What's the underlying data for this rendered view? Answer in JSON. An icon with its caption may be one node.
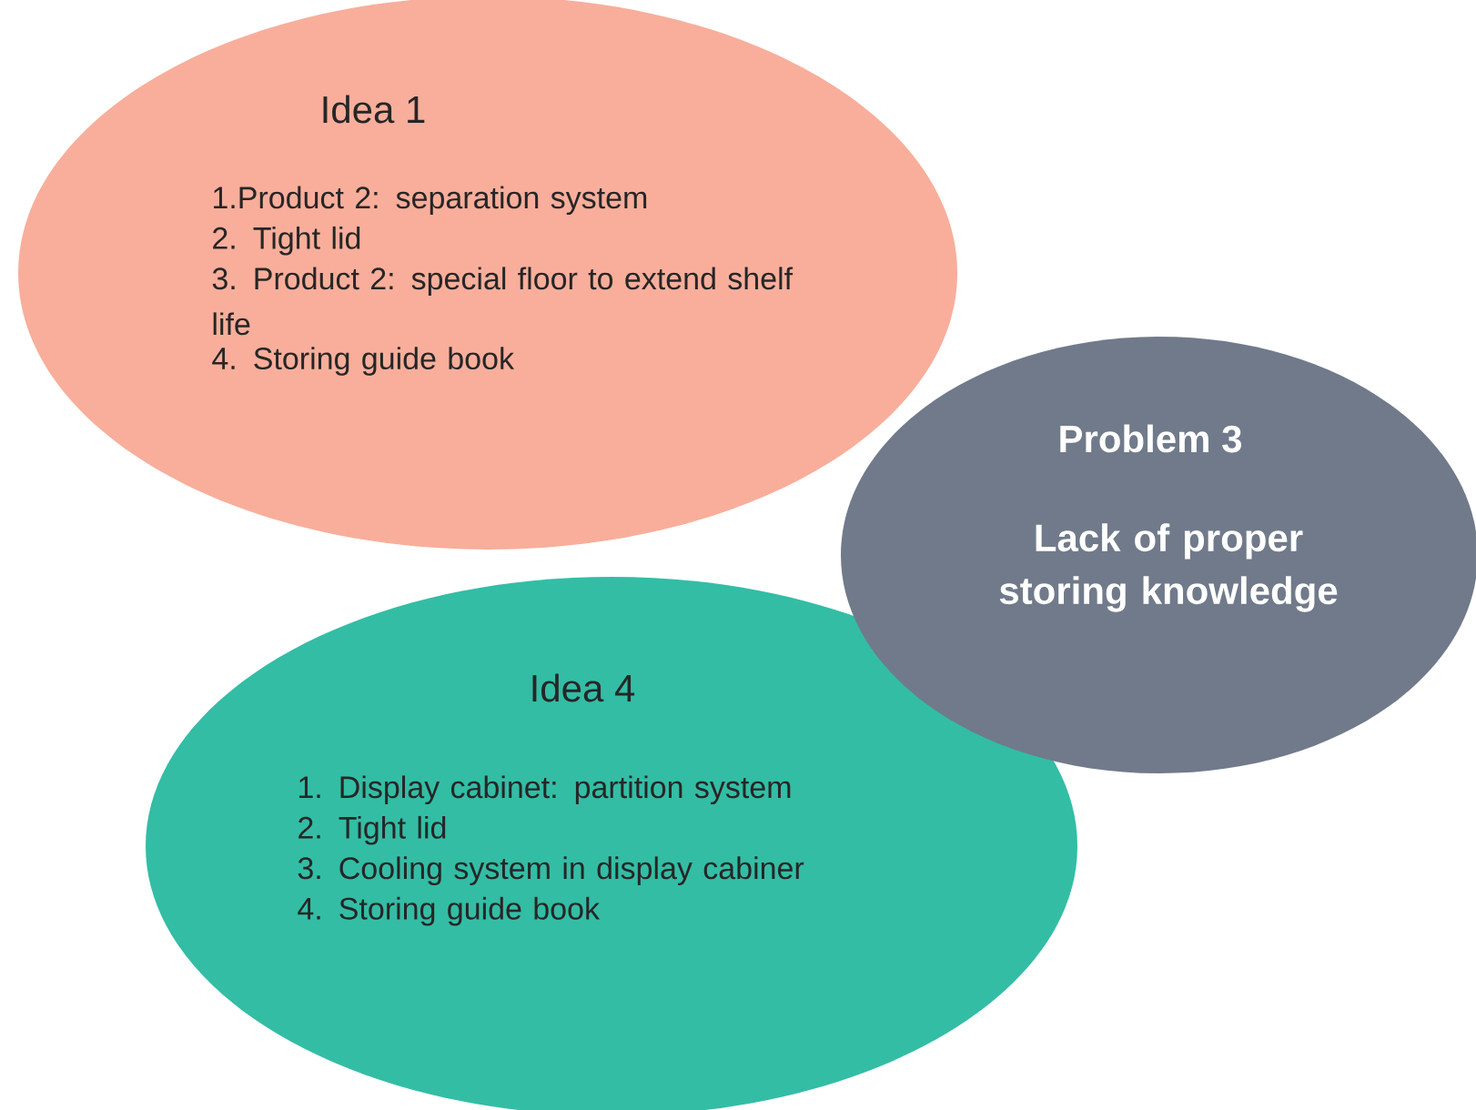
{
  "diagram": {
    "nodes": [
      {
        "text": [
          "Idea 1",
          "1.Product 2: separation system",
          "2. Tight lid",
          "3. Product 2: special floor to extend shelf life",
          "4. Storing guide book"
        ]
      },
      {
        "text": [
          "Idea 4",
          "1. Display cabinet: partition system",
          "2. Tight lid",
          "3. Cooling system in display cabiner",
          "4. Storing guide book"
        ]
      },
      {
        "text": [
          "Problem 3",
          "Lack of proper storing knowledge"
        ]
      }
    ]
  }
}
